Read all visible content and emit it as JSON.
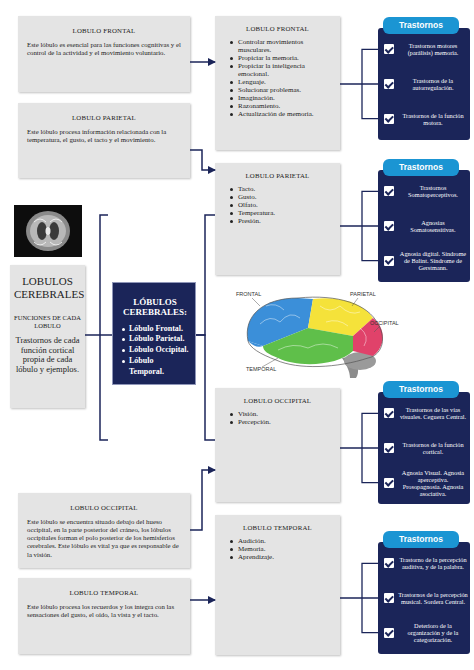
{
  "diagram": {
    "nodes": [
      {
        "text": [
          "LOBULO FRONTAL",
          "Este lóbulo es esencial para las funciones cognitivas y el control de la actividad y el movimiento voluntario."
        ]
      },
      {
        "text": [
          "LOBULO FRONTAL",
          "Controlar movimientos musculares.",
          "Propiciar la memoria.",
          "Propiciar la inteligencia emocional.",
          "Lenguaje.",
          "Solucionar problemas.",
          "Imaginación.",
          "Razonamiento.",
          "Actualización de memoria."
        ]
      },
      {
        "text": [
          "Trastornos",
          "Trastornos motores (parálisis) memoria.",
          "Trastornos de la autorregulación.",
          "Trastornos de la función motora."
        ]
      },
      {
        "text": [
          "LOBULO PARIETAL",
          "Este lóbulo procesa información relacionada con la temperatura, el gusto, el tacto y el movimiento."
        ]
      },
      {
        "text": [
          "LOBULO PARIETAL",
          "Tacto.",
          "Gusto.",
          "Olfato.",
          "Temperatura.",
          "Presión."
        ]
      },
      {
        "text": [
          "Trastornos",
          "Trastornos Somatoperceptivos.",
          "Agnosias Somatosensitivas.",
          "Agnosia digital. Síndrome de Balint. Síndrome de Gerstmann."
        ]
      },
      {
        "text": [
          "LOBULOS CEREBRALES",
          "FUNCIONES DE CADA LOBULO",
          "Trastornos de cada función cortical propia de cada lóbulo y ejemplos."
        ]
      },
      {
        "text": [
          "LÓBULOS CEREBRALES:",
          "Lóbulo Frontal.",
          "Lóbulo Parietal.",
          "Lóbulo Occipital.",
          "Lóbulo Temporal."
        ]
      },
      {
        "text": [
          "LOBULO OCCIPITAL",
          "Visión.",
          "Percepción."
        ]
      },
      {
        "text": [
          "Trastornos",
          "Trastornos de las vías visuales. Ceguera Central.",
          "Trastornos de la función cortical.",
          "Agnosia Visual. Agnosia aperceptiva. Prosopagnosia. Agnosia asociativa."
        ]
      },
      {
        "text": [
          "LOBULO OCCIPITAL",
          "Este lóbulo se encuentra situado debajo del hueso occipital, en la parte posterior del cráneo, los lóbulos occipitales forman el polo posterior de los hemisferios cerebrales. Este lóbulo es vital ya que es responsable de la visión."
        ]
      },
      {
        "text": [
          "LOBULO TEMPORAL",
          "Audición.",
          "Memoria.",
          "Aprendizaje."
        ]
      },
      {
        "text": [
          "Trastornos",
          "Trastorno de la percepción auditiva, y de la palabra.",
          "Trastornos de la percepción musical. Sordera Central.",
          "Deterioro de la organización y de la categorización."
        ]
      },
      {
        "text": [
          "LOBULO TEMPORAL",
          "Este lóbulo procesa los recuerdos y los integra con las sensaciones del gusto, el oído, la vista y el tacto."
        ]
      }
    ],
    "edges": [
      {
        "from": 0,
        "to": 1,
        "arrow": "to"
      },
      {
        "from": 3,
        "to": 4,
        "arrow": "to"
      },
      {
        "from": 6,
        "to": 7,
        "arrow": "none"
      },
      {
        "from": 7,
        "to": 4,
        "arrow": "none"
      },
      {
        "from": 7,
        "to": 8,
        "arrow": "none"
      },
      {
        "from": 10,
        "to": 8,
        "arrow": "to"
      },
      {
        "from": 13,
        "to": 11,
        "arrow": "to"
      },
      {
        "from": 1,
        "to": 2,
        "arrow": "none"
      },
      {
        "from": 4,
        "to": 5,
        "arrow": "none"
      },
      {
        "from": 8,
        "to": 9,
        "arrow": "none"
      },
      {
        "from": 11,
        "to": 12,
        "arrow": "none"
      }
    ],
    "labels": [
      "FRONTAL",
      "PARIETAL",
      "OCCIPITAL",
      "TEMPORAL"
    ]
  }
}
